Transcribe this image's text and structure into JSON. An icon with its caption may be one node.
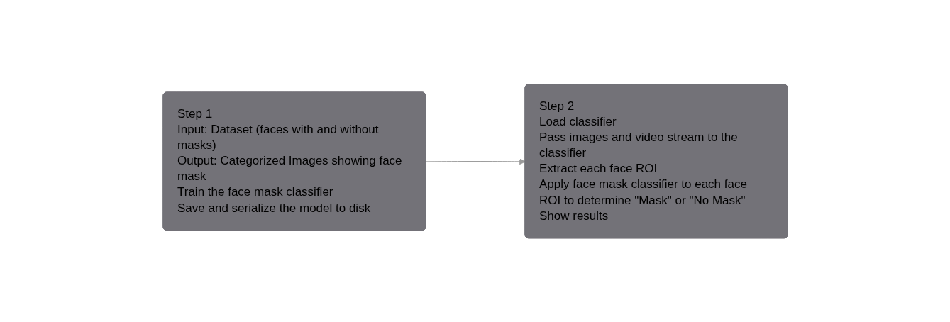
{
  "diagram": {
    "nodes": [
      {
        "text": [
          "Step 1",
          "Input: Dataset (faces with and without masks)",
          "Output: Categorized Images showing face mask",
          "Train the face mask classifier",
          "Save and serialize the model to disk"
        ]
      },
      {
        "text": [
          "Step 2",
          "Load classifier",
          "Pass images and video stream to the classifier",
          "Extract each face ROI",
          "Apply face mask classifier to each face ROI to determine \"Mask\" or \"No Mask\"",
          "Show results"
        ]
      }
    ],
    "edges": [
      {
        "from": 0,
        "to": 1,
        "arrow": "to"
      }
    ]
  }
}
